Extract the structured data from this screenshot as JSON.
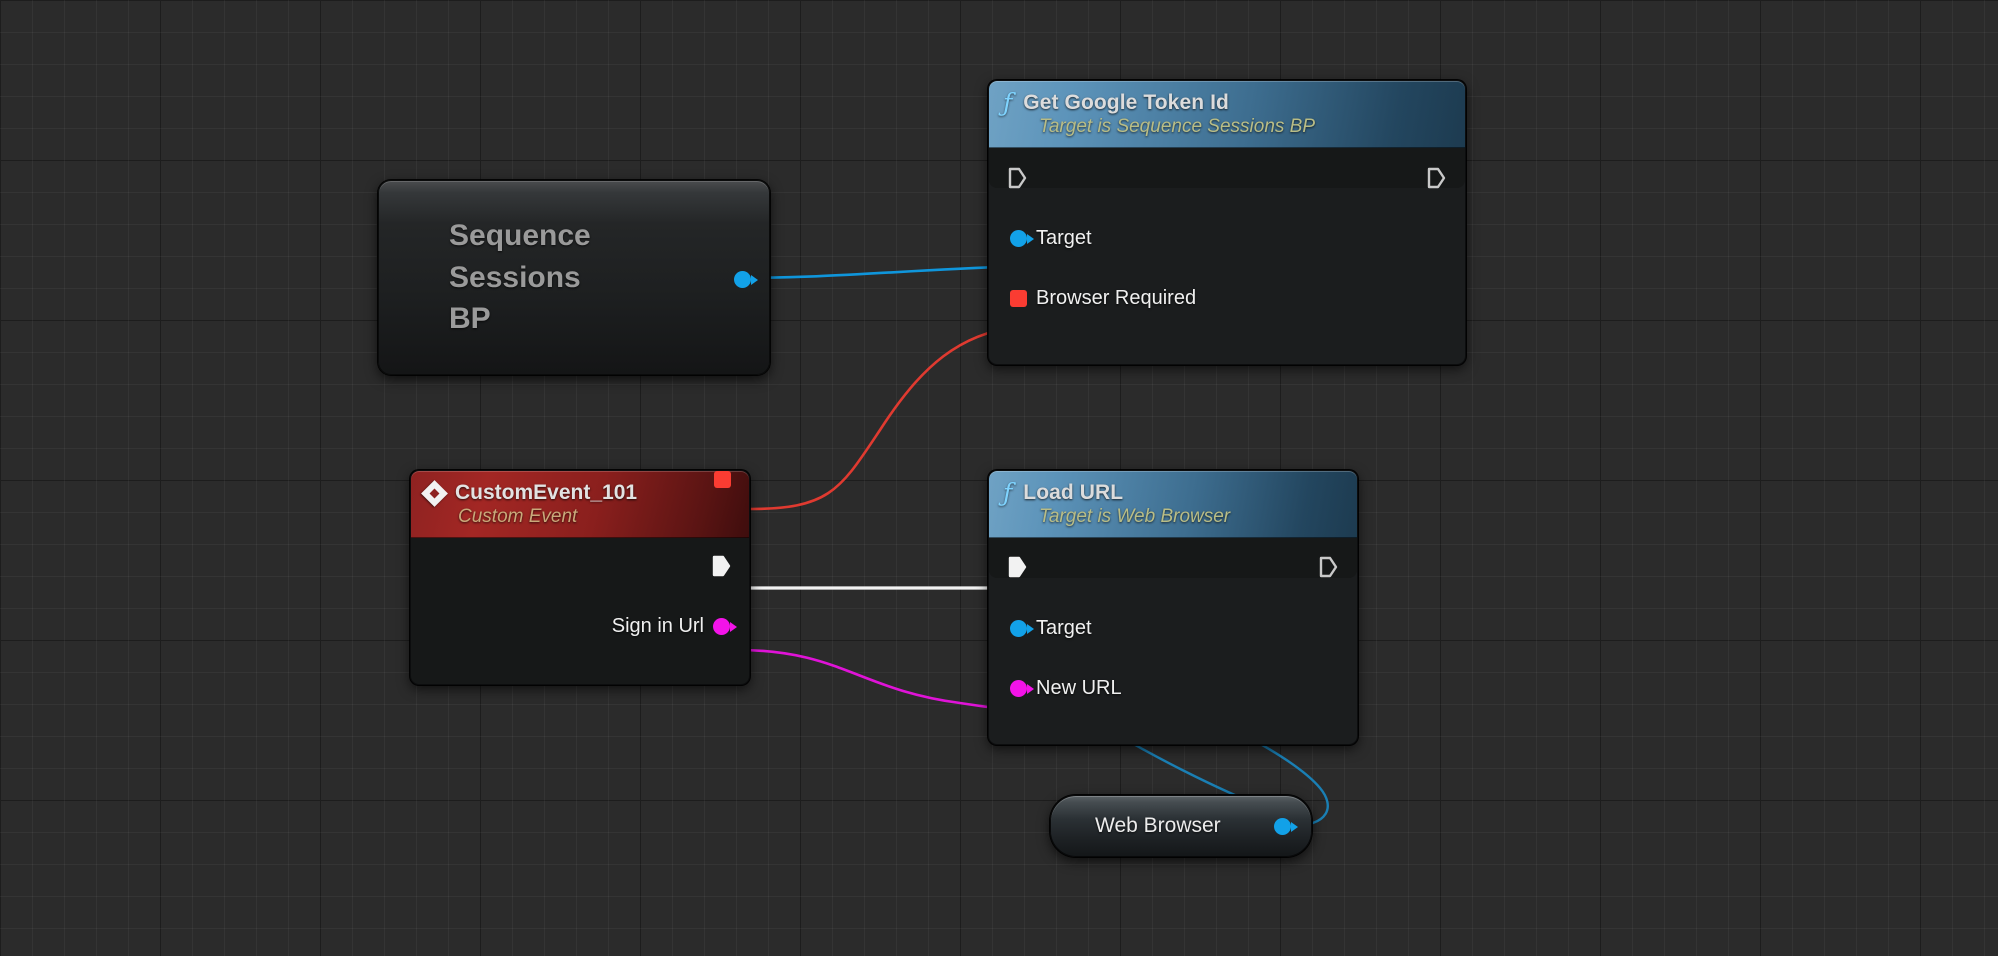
{
  "graph": {
    "background_color": "#2b2b2b",
    "grid_minor_color": "#343434",
    "grid_major_color": "#1d1d1d"
  },
  "colors": {
    "object_pin": "#12a1e8",
    "bool_array_pin": "#fa3c32",
    "string_pin": "#f313e8",
    "exec_pin": "#ffffff",
    "function_header": "#3d6d8f",
    "event_header": "#a32724"
  },
  "nodes": [
    {
      "id": "sequence-sessions-bp",
      "type": "variable-get",
      "title": "Sequence Sessions BP",
      "title_lines": [
        "Sequence",
        "Sessions",
        "BP"
      ],
      "output_pins": [
        {
          "name": "",
          "label": "",
          "pin_type": "object",
          "color": "#12a1e8",
          "connected": true
        }
      ]
    },
    {
      "id": "get-google-token-id",
      "type": "function-call",
      "title": "Get Google Token Id",
      "subtitle": "Target is Sequence Sessions BP",
      "icon": "function-f-icon",
      "input_pins": [
        {
          "label": "",
          "pin_type": "exec",
          "color": "#ffffff",
          "connected": false
        },
        {
          "label": "Target",
          "pin_type": "object",
          "color": "#12a1e8",
          "connected": true
        },
        {
          "label": "Browser Required",
          "pin_type": "bool-array",
          "color": "#fa3c32",
          "connected": true
        }
      ],
      "output_pins": [
        {
          "label": "",
          "pin_type": "exec",
          "color": "#ffffff",
          "connected": false
        }
      ]
    },
    {
      "id": "custom-event-101",
      "type": "custom-event",
      "title": "CustomEvent_101",
      "subtitle": "Custom Event",
      "icon": "event-diamond-icon",
      "output_pins": [
        {
          "label": "",
          "pin_type": "bool-array",
          "color": "#fa3c32",
          "connected": true,
          "in_header": true
        },
        {
          "label": "",
          "pin_type": "exec",
          "color": "#ffffff",
          "connected": true
        },
        {
          "label": "Sign in Url",
          "pin_type": "string",
          "color": "#f313e8",
          "connected": true
        }
      ]
    },
    {
      "id": "load-url",
      "type": "function-call",
      "title": "Load URL",
      "subtitle": "Target is Web Browser",
      "icon": "function-f-icon",
      "input_pins": [
        {
          "label": "",
          "pin_type": "exec",
          "color": "#ffffff",
          "connected": true
        },
        {
          "label": "Target",
          "pin_type": "object",
          "color": "#12a1e8",
          "connected": true
        },
        {
          "label": "New URL",
          "pin_type": "string",
          "color": "#f313e8",
          "connected": true
        }
      ],
      "output_pins": [
        {
          "label": "",
          "pin_type": "exec",
          "color": "#ffffff",
          "connected": false
        }
      ]
    },
    {
      "id": "web-browser",
      "type": "variable-get",
      "title": "Web Browser",
      "output_pins": [
        {
          "label": "",
          "pin_type": "object",
          "color": "#12a1e8",
          "connected": true
        }
      ]
    }
  ],
  "labels": {
    "seq_line1": "Sequence",
    "seq_line2": "Sessions",
    "seq_line3": "BP",
    "ggt_title": "Get Google Token Id",
    "ggt_subtitle": "Target is Sequence Sessions BP",
    "ggt_pin_target": "Target",
    "ggt_pin_browser_required": "Browser Required",
    "ggt_icon": "ƒ",
    "ce_title": "CustomEvent_101",
    "ce_subtitle": "Custom Event",
    "ce_pin_sign_in_url": "Sign in Url",
    "lurl_title": "Load URL",
    "lurl_subtitle": "Target is Web Browser",
    "lurl_icon": "ƒ",
    "lurl_pin_target": "Target",
    "lurl_pin_new_url": "New URL",
    "wb_title": "Web Browser"
  },
  "connections": [
    {
      "from": "sequence-sessions-bp.output",
      "to": "get-google-token-id.Target",
      "color": "#12a1e8"
    },
    {
      "from": "custom-event-101.header-out",
      "to": "get-google-token-id.Browser Required",
      "color": "#e33b30"
    },
    {
      "from": "custom-event-101.exec",
      "to": "load-url.exec",
      "color": "#ffffff"
    },
    {
      "from": "custom-event-101.Sign in Url",
      "to": "load-url.New URL",
      "color": "#e013d8"
    },
    {
      "from": "web-browser.output",
      "to": "load-url.Target",
      "color": "#1e8fc6"
    }
  ]
}
